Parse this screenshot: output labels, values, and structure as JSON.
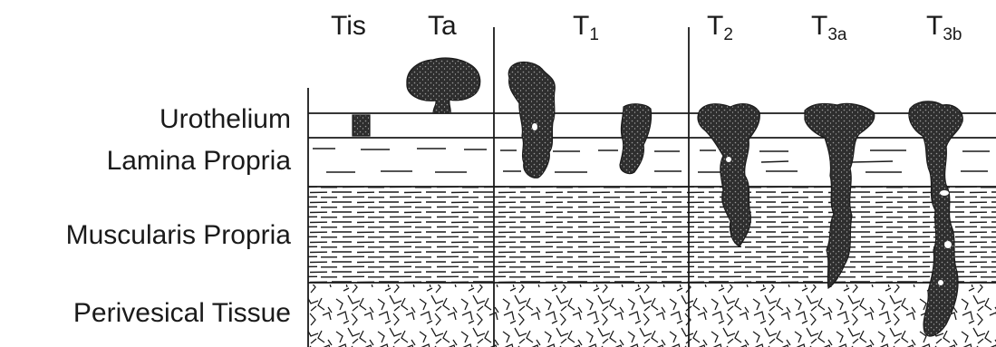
{
  "layers": {
    "urothelium": "Urothelium",
    "lamina_propria": "Lamina Propria",
    "muscularis_propria": "Muscularis Propria",
    "perivesical_tissue": "Perivesical Tissue"
  },
  "stages": {
    "tis": {
      "main": "Tis",
      "sub": ""
    },
    "ta": {
      "main": "Ta",
      "sub": ""
    },
    "t1": {
      "main": "T",
      "sub": "1"
    },
    "t2": {
      "main": "T",
      "sub": "2"
    },
    "t3a": {
      "main": "T",
      "sub": "3a"
    },
    "t3b": {
      "main": "T",
      "sub": "3b"
    }
  },
  "colors": {
    "ink": "#1a1a1a",
    "tumor": "#3a3a3a",
    "paper": "#ffffff"
  }
}
